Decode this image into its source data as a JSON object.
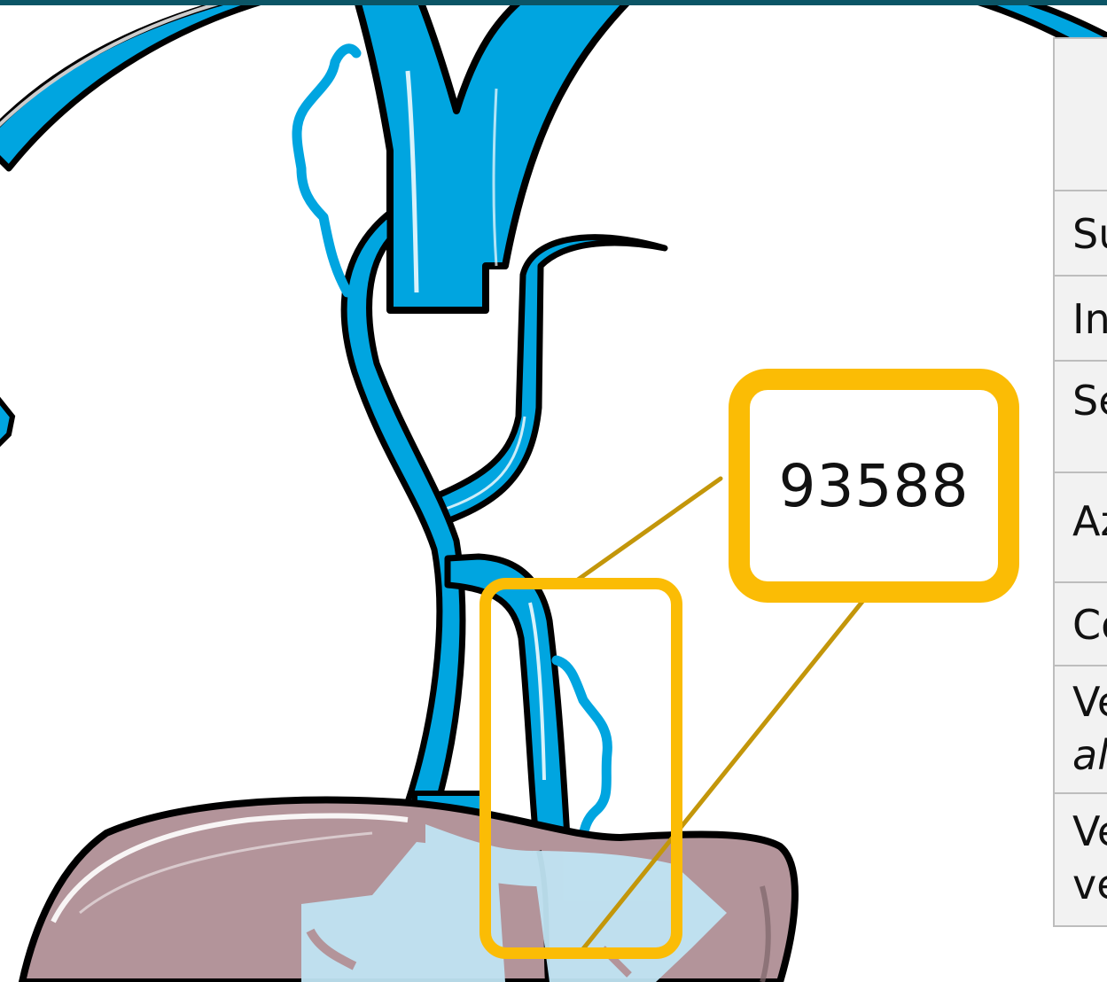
{
  "callout": {
    "label": "93588"
  },
  "legend": {
    "rows": [
      {
        "line1": "Su"
      },
      {
        "line1": "In"
      },
      {
        "line1": "Se"
      },
      {
        "line1": "Az"
      },
      {
        "line1": "Co"
      },
      {
        "line1": "Ve",
        "line2": "al"
      },
      {
        "line1": "Ve",
        "line2": "ve"
      }
    ]
  },
  "colors": {
    "vein_blue": "#00a5e0",
    "liver": "#b3949a",
    "callout_accent": "#fbbc05",
    "leader_line": "#c3960a",
    "top_border": "#0b5566"
  }
}
